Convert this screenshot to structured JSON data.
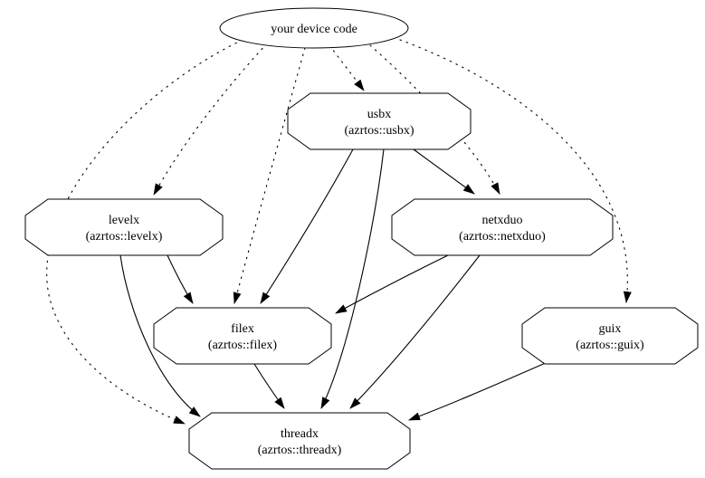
{
  "diagram": {
    "type": "dependency-graph",
    "colors": {
      "background": "#ffffff",
      "stroke": "#000000",
      "node_fill": "#ffffff"
    },
    "nodes": {
      "device": {
        "label": "your device code",
        "shape": "ellipse"
      },
      "usbx": {
        "label": "usbx",
        "sublabel": "(azrtos::usbx)",
        "shape": "octagon"
      },
      "levelx": {
        "label": "levelx",
        "sublabel": "(azrtos::levelx)",
        "shape": "octagon"
      },
      "netxduo": {
        "label": "netxduo",
        "sublabel": "(azrtos::netxduo)",
        "shape": "octagon"
      },
      "filex": {
        "label": "filex",
        "sublabel": "(azrtos::filex)",
        "shape": "octagon"
      },
      "guix": {
        "label": "guix",
        "sublabel": "(azrtos::guix)",
        "shape": "octagon"
      },
      "threadx": {
        "label": "threadx",
        "sublabel": "(azrtos::threadx)",
        "shape": "octagon"
      }
    },
    "edges": [
      {
        "from": "your device code",
        "to": "usbx",
        "style": "dotted"
      },
      {
        "from": "your device code",
        "to": "levelx",
        "style": "dotted"
      },
      {
        "from": "your device code",
        "to": "filex",
        "style": "dotted"
      },
      {
        "from": "your device code",
        "to": "netxduo",
        "style": "dotted"
      },
      {
        "from": "your device code",
        "to": "guix",
        "style": "dotted"
      },
      {
        "from": "your device code",
        "to": "threadx",
        "style": "dotted"
      },
      {
        "from": "usbx",
        "to": "netxduo",
        "style": "solid"
      },
      {
        "from": "usbx",
        "to": "filex",
        "style": "solid"
      },
      {
        "from": "usbx",
        "to": "threadx",
        "style": "solid"
      },
      {
        "from": "levelx",
        "to": "filex",
        "style": "solid"
      },
      {
        "from": "levelx",
        "to": "threadx",
        "style": "solid"
      },
      {
        "from": "netxduo",
        "to": "filex",
        "style": "solid"
      },
      {
        "from": "netxduo",
        "to": "threadx",
        "style": "solid"
      },
      {
        "from": "filex",
        "to": "threadx",
        "style": "solid"
      },
      {
        "from": "guix",
        "to": "threadx",
        "style": "solid"
      }
    ]
  }
}
